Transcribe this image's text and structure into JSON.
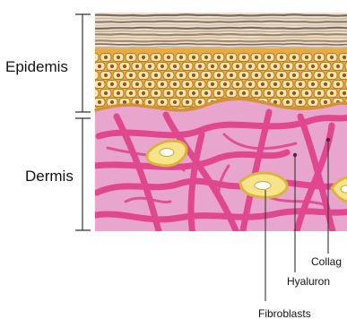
{
  "labels": {
    "epidermis": "Epidemis",
    "dermis": "Dermis",
    "collagen": "Collag",
    "hyaluronic": "Hyaluron",
    "fibroblasts": "Fibroblasts"
  },
  "colors": {
    "surface_dark": "#7a6a5a",
    "surface_light": "#ece1d3",
    "granular": "#e9ab3f",
    "cell_fill": "#fbe3b2",
    "cell_outline": "#b07a22",
    "nucleus": "#8a5a1c",
    "basal_band": "#d2913a",
    "dermis_bg": "#e8a6cf",
    "collagen_fiber": "#e0478e",
    "fibroblast_fill": "#f6e38a",
    "fibroblast_outline": "#d9b540",
    "leader_line": "#333333"
  }
}
